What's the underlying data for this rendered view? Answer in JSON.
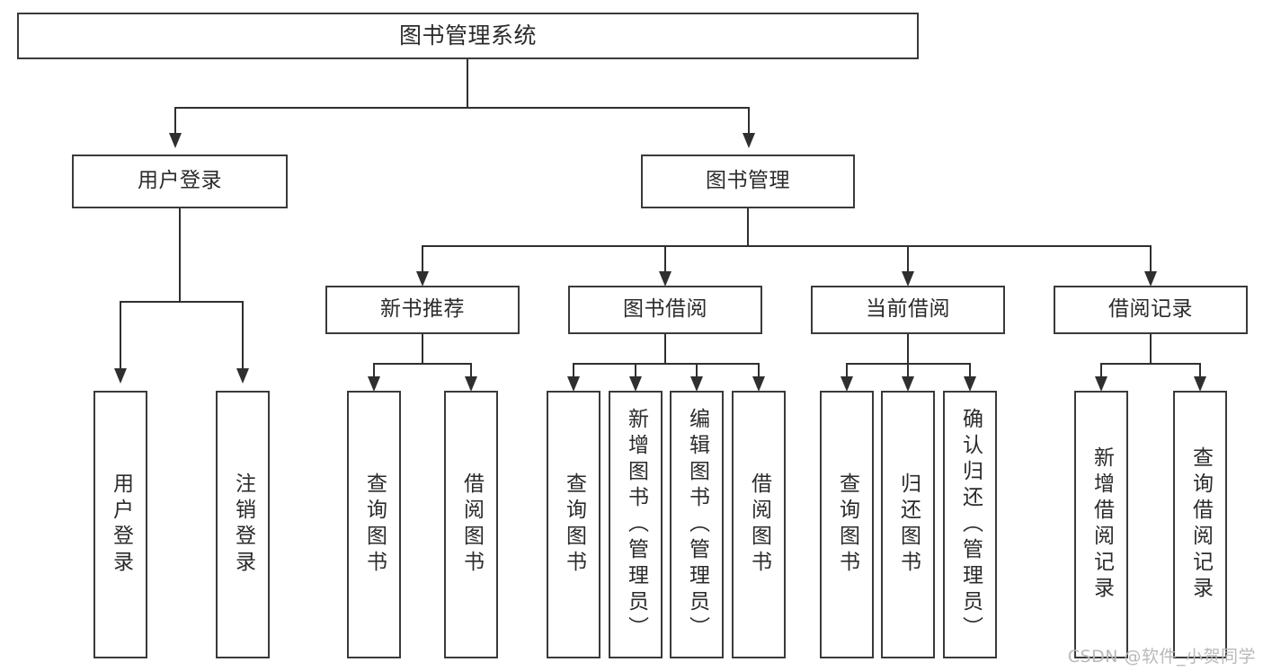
{
  "diagram": {
    "type": "tree",
    "title": "图书管理系统",
    "watermark": "CSDN @软件_小贺同学",
    "colors": {
      "box_border": "#3a3a3a",
      "connector": "#2f2f2f",
      "text": "#2b2b2b",
      "background": "#ffffff",
      "watermark": "#b9b9b9"
    },
    "root": {
      "label": "图书管理系统"
    },
    "level1": [
      {
        "label": "用户登录"
      },
      {
        "label": "图书管理"
      }
    ],
    "level2": [
      {
        "label": "新书推荐"
      },
      {
        "label": "图书借阅"
      },
      {
        "label": "当前借阅"
      },
      {
        "label": "借阅记录"
      }
    ],
    "leaves": {
      "user_login": [
        {
          "label": "用户登录"
        },
        {
          "label": "注销登录"
        }
      ],
      "new_book_recommend": [
        {
          "label": "查询图书"
        },
        {
          "label": "借阅图书"
        }
      ],
      "book_borrow": [
        {
          "label": "查询图书"
        },
        {
          "label": "新增图书（管理员）"
        },
        {
          "label": "编辑图书（管理员）"
        },
        {
          "label": "借阅图书"
        }
      ],
      "current_borrow": [
        {
          "label": "查询图书"
        },
        {
          "label": "归还图书"
        },
        {
          "label": "确认归还（管理员）"
        }
      ],
      "borrow_record": [
        {
          "label": "新增借阅记录"
        },
        {
          "label": "查询借阅记录"
        }
      ]
    }
  }
}
